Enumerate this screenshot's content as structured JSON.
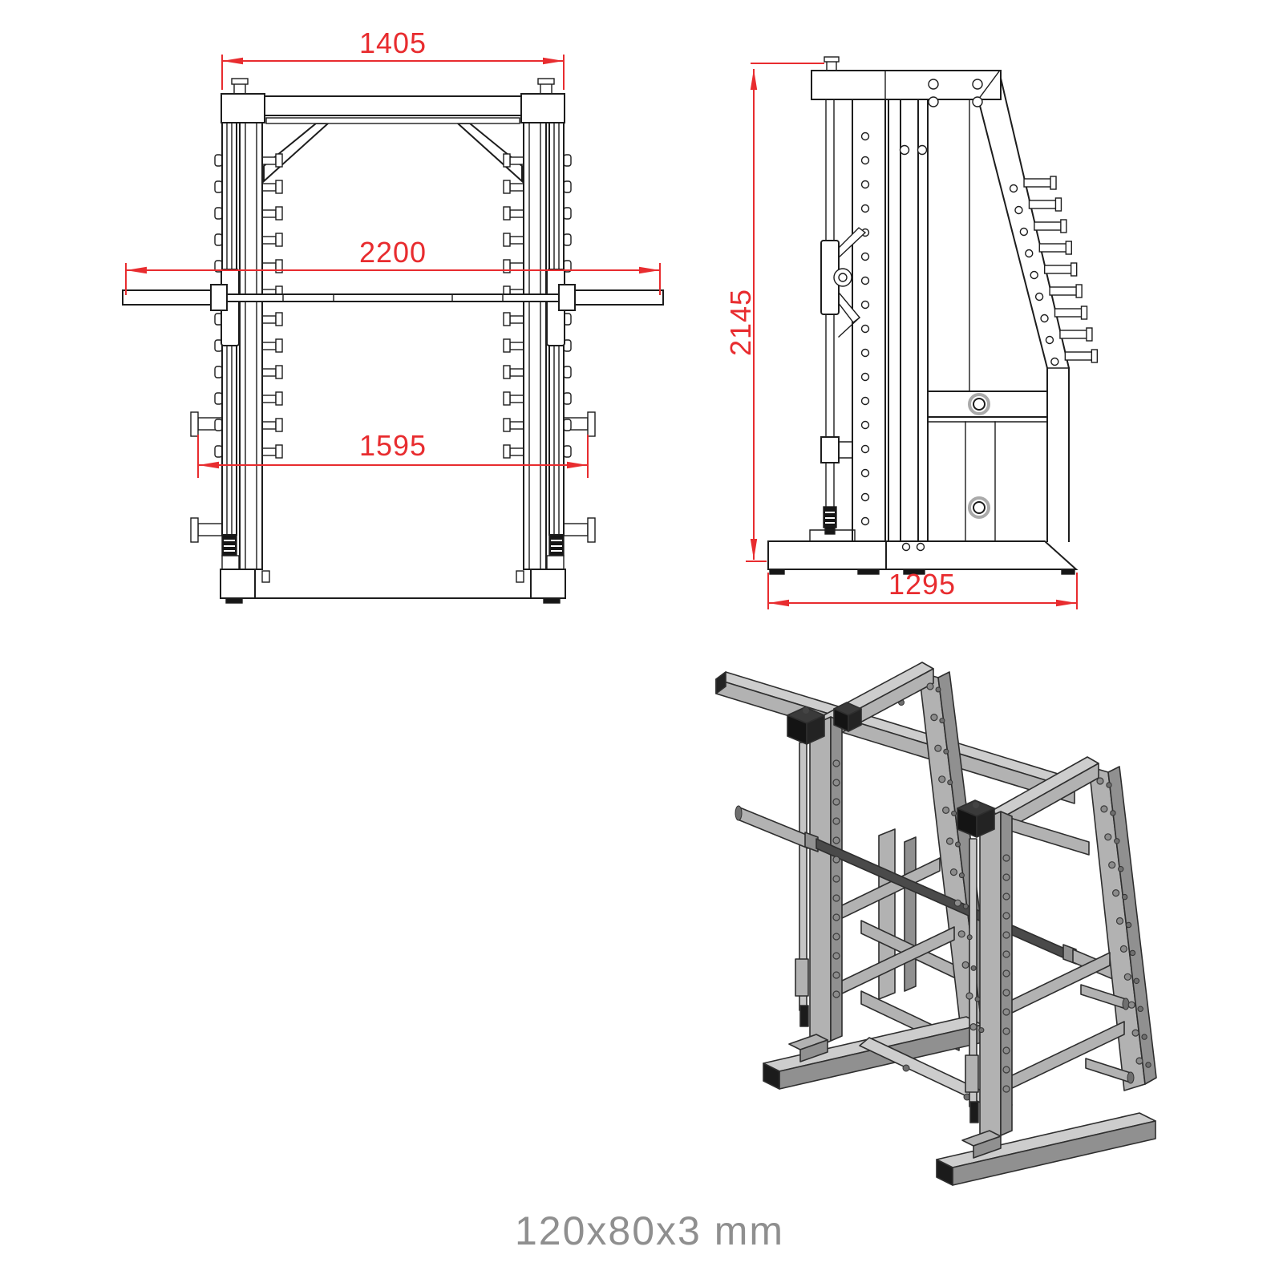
{
  "views": {
    "front_view": {
      "dim_top_width": "1405",
      "dim_bar_length": "2200",
      "dim_inner_width": "1595"
    },
    "side_view": {
      "dim_height": "2145",
      "dim_depth": "1295"
    }
  },
  "caption": {
    "profile_text": "120x80x3 mm"
  },
  "colors": {
    "dimension_red": "#e82c2f",
    "line_black": "#1d1d1d",
    "caption_gray": "#8f8f8f",
    "iso_light": "#cdcdcd",
    "iso_mid": "#b2b2b2",
    "iso_dark": "#909090",
    "iso_deep": "#747474",
    "iso_black": "#1b1b1b"
  }
}
